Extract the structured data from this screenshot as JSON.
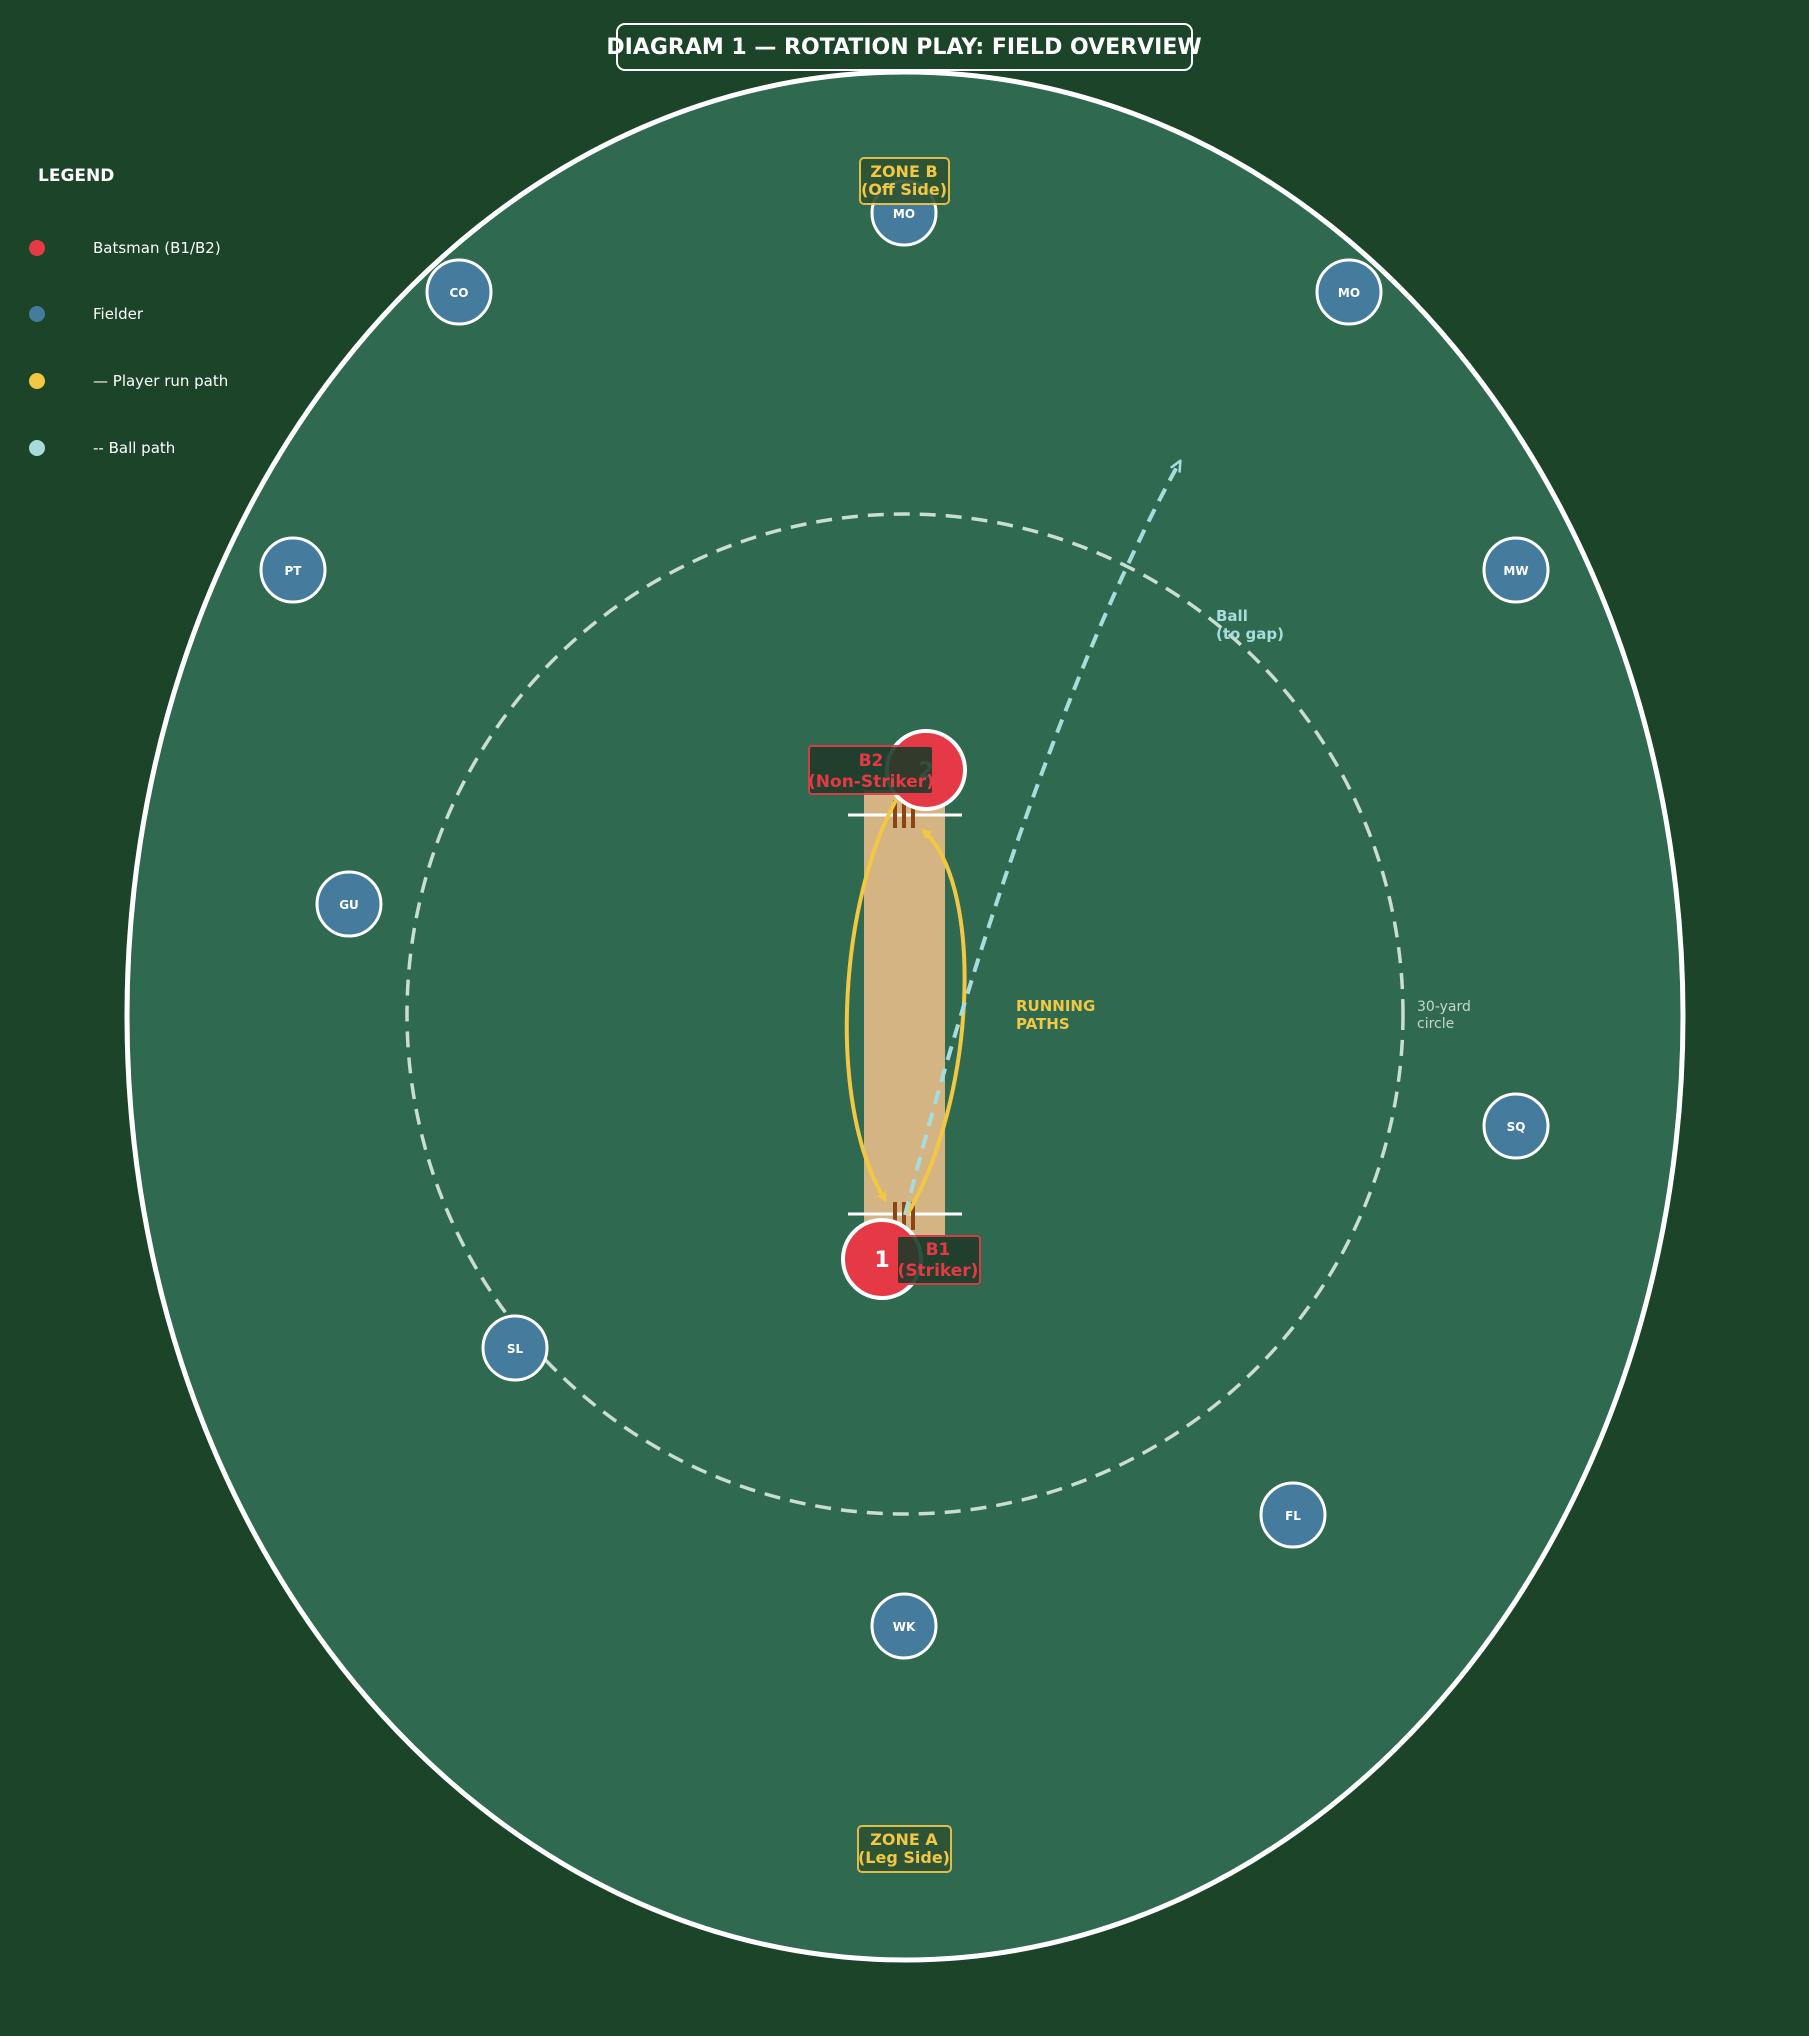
{
  "title": "DIAGRAM 1 — ROTATION PLAY: FIELD OVERVIEW",
  "legend": {
    "heading": "LEGEND",
    "items": [
      {
        "label": "Batsman (B1/B2)",
        "color": "#e63946"
      },
      {
        "label": "Fielder",
        "color": "#457b9d"
      },
      {
        "label": "— Player run path",
        "color": "#f2c744"
      },
      {
        "label": "-- Ball path",
        "color": "#a8dcdc"
      }
    ]
  },
  "zones": {
    "top": {
      "line1": "ZONE B",
      "line2": "(Off Side)"
    },
    "bottom": {
      "line1": "ZONE A",
      "line2": "(Leg Side)"
    }
  },
  "fielders": [
    "MO",
    "CO",
    "MO",
    "PT",
    "MW",
    "GU",
    "SQ",
    "SL",
    "FL",
    "WK"
  ],
  "batsmen": {
    "striker": {
      "number": "1",
      "line1": "B1",
      "line2": "(Striker)"
    },
    "non_striker": {
      "number": "2",
      "line1": "B2",
      "line2": "(Non-Striker)"
    }
  },
  "annotations": {
    "running_paths": {
      "line1": "RUNNING",
      "line2": "PATHS"
    },
    "ball": {
      "line1": "Ball",
      "line2": "(to gap)"
    },
    "inner_circle": {
      "line1": "30-yard",
      "line2": "circle"
    }
  },
  "colors": {
    "background": "#1b4429",
    "field": "#2e6950",
    "boundary": "#ffffff",
    "pitch": "#d4b483",
    "stumps": "#8b4513",
    "batsman": "#e63946",
    "fielder": "#457b9d",
    "run_path": "#f2c744",
    "ball_path": "#a8dcdc"
  }
}
